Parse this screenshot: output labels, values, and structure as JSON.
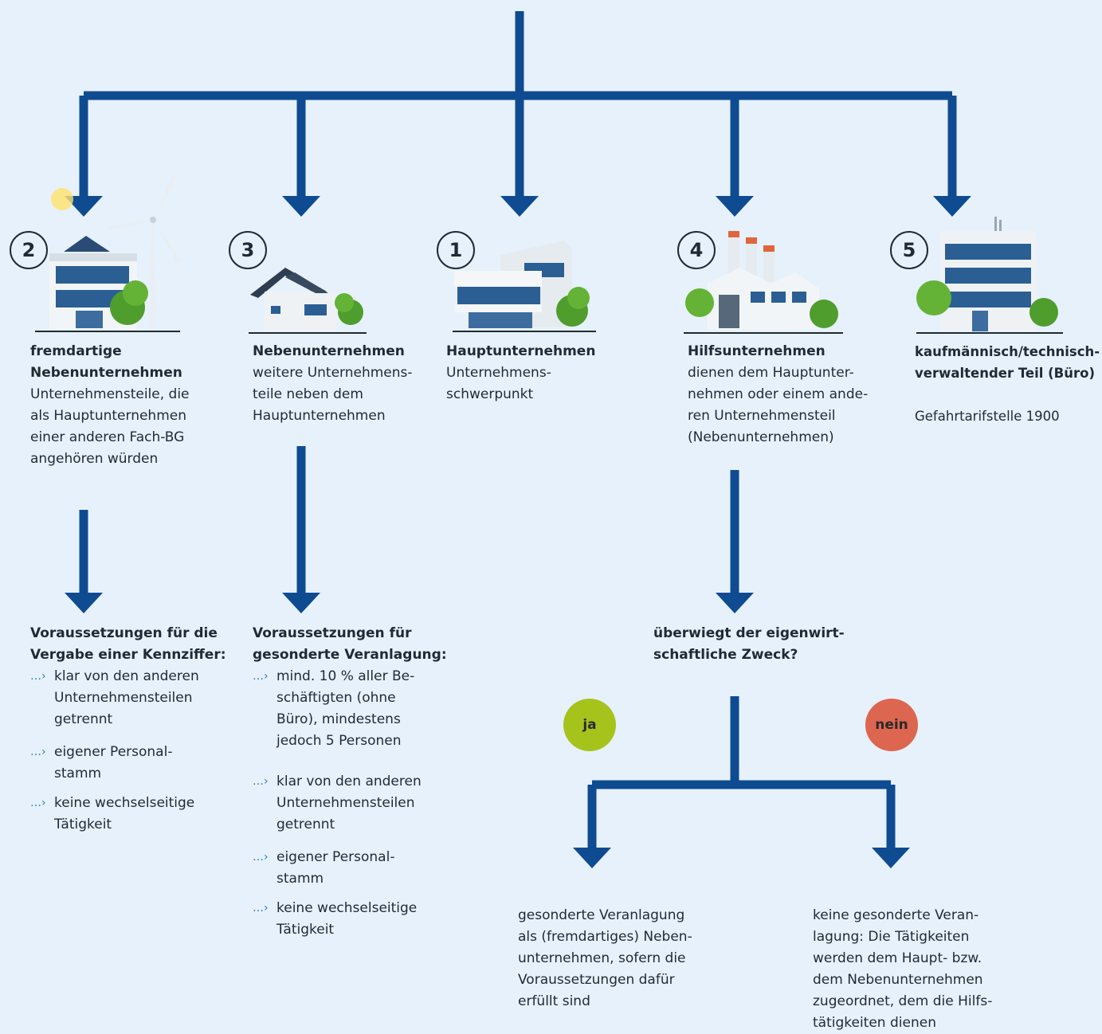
{
  "colors": {
    "background": "#e7f1fb",
    "arrow": "#0e4b91",
    "ja": "#a6c31c",
    "nein": "#dd6650"
  },
  "units": [
    {
      "number": "2",
      "title": "fremdartige\nNebenunternehmen",
      "desc": "Unternehmensteile, die\nals Hauptunternehmen\neiner anderen Fach-BG\nangehören würden",
      "icon": "wind-turbine-building-icon"
    },
    {
      "number": "3",
      "title": "Nebenunternehmen",
      "desc": "weitere Unternehmens-\nteile neben dem\nHauptunternehmen",
      "icon": "house-icon"
    },
    {
      "number": "1",
      "title": "Hauptunternehmen",
      "desc": "Unternehmens-\nschwerpunkt",
      "icon": "office-building-icon"
    },
    {
      "number": "4",
      "title": "Hilfsunternehmen",
      "desc": "dienen dem Hauptunter-\nnehmen oder einem ande-\nren Unternehmensteil\n(Nebenunternehmen)",
      "icon": "factory-icon"
    },
    {
      "number": "5",
      "title": "kaufmännisch/technisch-\nverwaltender Teil (Büro)",
      "desc": "\nGefahrtarifstelle 1900",
      "icon": "office-tower-icon"
    }
  ],
  "conditions_kennziffer": {
    "heading": "Voraussetzungen für die\nVergabe einer Kennziffer:",
    "items": [
      "klar von den anderen\nUnternehmensteilen\ngetrennt",
      "eigener Personal-\nstamm",
      "keine wechselseitige\nTätigkeit"
    ]
  },
  "conditions_veranlagung": {
    "heading": "Voraussetzungen für\ngesonderte Veranlagung:",
    "items": [
      "mind. 10 % aller Be-\nschäftigten  (ohne\nBüro), mindestens\njedoch 5 Personen",
      "klar von den anderen\nUnternehmensteilen\ngetrennt",
      "eigener Personal-\nstamm",
      "keine wechselseitige\nTätigkeit"
    ]
  },
  "question": "überwiegt der eigenwirt-\nschaftliche Zweck?",
  "answer_yes": {
    "label": "ja",
    "result": "gesonderte Veranlagung\nals (fremdartiges) Neben-\nunternehmen, sofern die\nVoraussetzungen dafür\nerfüllt sind"
  },
  "answer_no": {
    "label": "nein",
    "result": "keine gesonderte Veran-\nlagung:  Die Tätigkeiten\nwerden dem Haupt- bzw.\ndem Nebenunternehmen\nzugeordnet, dem die Hilfs-\ntätigkeiten dienen"
  },
  "bullet_icon": "dotted-arrow-icon"
}
